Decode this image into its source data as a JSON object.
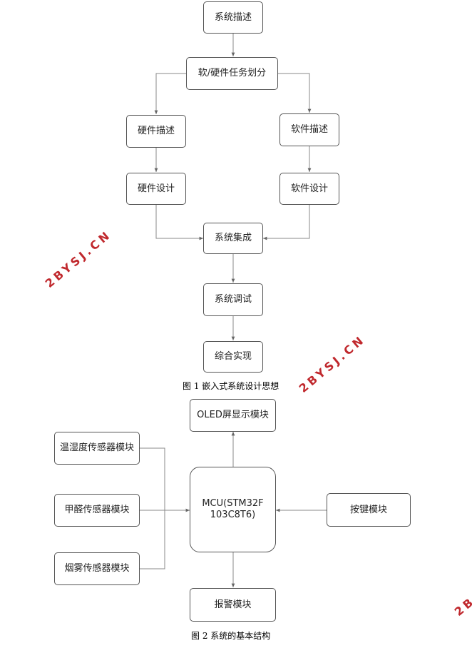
{
  "fig1": {
    "nodes": {
      "sys_desc": "系统描述",
      "task_div": "软/硬件任务划分",
      "hw_desc": "硬件描述",
      "sw_desc": "软件描述",
      "hw_design": "硬件设计",
      "sw_design": "软件设计",
      "integration": "系统集成",
      "debug": "系统调试",
      "implement": "综合实现"
    },
    "caption": "图 1 嵌入式系统设计思想"
  },
  "fig2": {
    "nodes": {
      "oled": "OLED屏显示模块",
      "temp": "温湿度传感器模块",
      "formaldehyde": "甲醛传感器模块",
      "smoke": "烟雾传感器模块",
      "mcu": "MCU(STM32F103C8T6)",
      "key": "按键模块",
      "alarm": "报警模块"
    },
    "caption": "图 2 系统的基本结构"
  },
  "watermarks": [
    "2BYSJ.CN",
    "2BYSJ.CN",
    "2B"
  ],
  "colors": {
    "line": "#666666",
    "border": "#555555",
    "watermark": "#c0282d"
  }
}
